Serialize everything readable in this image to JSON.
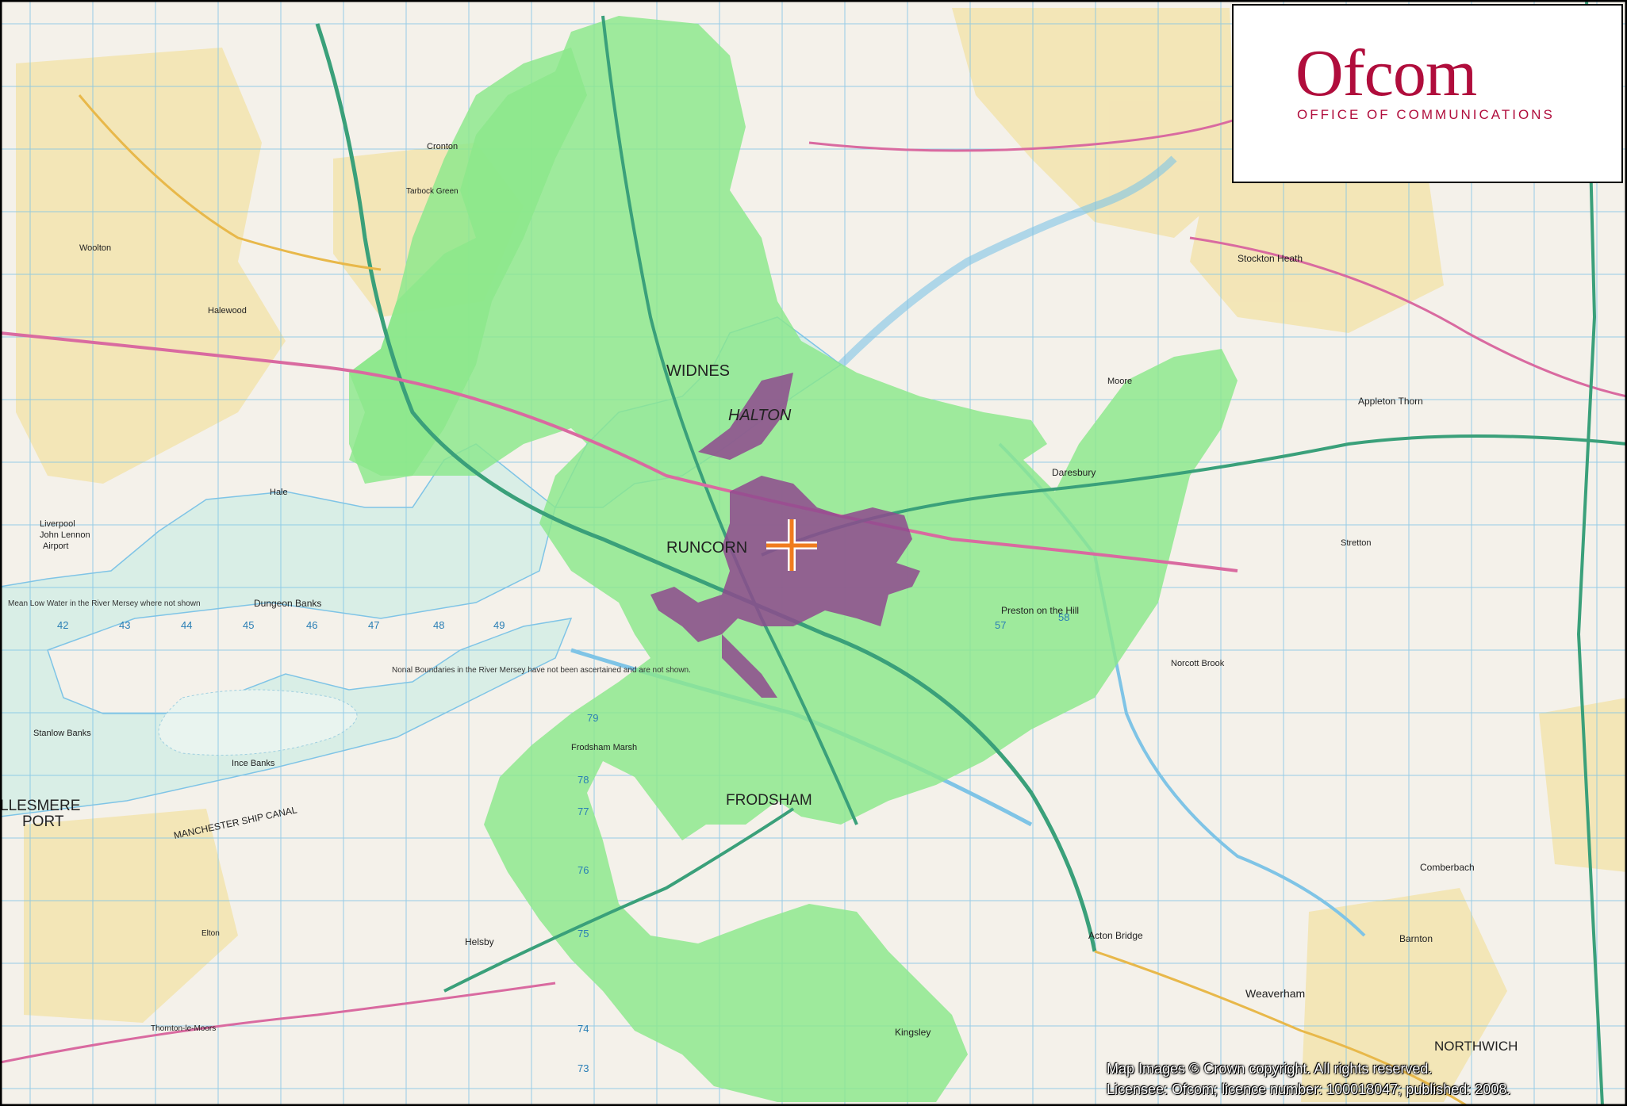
{
  "logo": {
    "wordmark": "Ofcom",
    "subtitle": "OFFICE OF COMMUNICATIONS",
    "color": "#b00d3c"
  },
  "copyright": {
    "line1": "Map Images © Crown copyright. All rights reserved.",
    "line2": "Licensee: Ofcom; licence number: 100018047; published: 2008."
  },
  "colors": {
    "land": "#f4f1ea",
    "estuary": "#d9eee6",
    "water": "#bfe3ee",
    "coverage_green": "#8be88b",
    "coverage_purple": "#8e4a8e",
    "transmitter_marker": "#f07c1e",
    "grid_line": "#7fc4e6"
  },
  "places": {
    "widnes": "WIDNES",
    "halton": "HALTON",
    "runcorn": "RUNCORN",
    "frodsham": "FRODSHAM",
    "ellesmere_line1": "LLESMERE",
    "ellesmere_line2": "PORT",
    "northwich": "NORTHWICH",
    "dungeon_banks": "Dungeon Banks",
    "stanlow_banks": "Stanlow Banks",
    "ince_banks": "Ince Banks",
    "ship_canal": "MANCHESTER SHIP CANAL",
    "daresbury": "Daresbury",
    "appleton": "Appleton Thorn",
    "weaverham": "Weaverham",
    "helsby": "Helsby",
    "kingsley": "Kingsley",
    "liverpool_airport_1": "Liverpool",
    "liverpool_airport_2": "John Lennon",
    "liverpool_airport_3": "Airport",
    "hale": "Hale",
    "cronton": "Cronton",
    "preston_on_the_hill": "Preston on the Hill",
    "stockton_heath": "Stockton Heath",
    "comberbach": "Comberbach",
    "barnton": "Barnton",
    "acton_bridge": "Acton Bridge",
    "norcott_brook": "Norcott Brook",
    "stretton": "Stretton",
    "halewood": "Halewood",
    "woolton": "Woolton",
    "thornton": "Thornton-le-Moors",
    "elton": "Elton",
    "frodsham_marsh": "Frodsham Marsh",
    "tarbock_green": "Tarbock Green",
    "moore": "Moore"
  },
  "sea_notes": {
    "note1": "Mean Low Water in the River Mersey where not shown",
    "note2": "Nonal Boundaries in the River Mersey have not been ascertained and are not shown."
  },
  "grid_numbers": [
    "42",
    "43",
    "44",
    "45",
    "46",
    "47",
    "48",
    "49",
    "57",
    "58",
    "73",
    "74",
    "75",
    "76",
    "77",
    "78",
    "79"
  ]
}
